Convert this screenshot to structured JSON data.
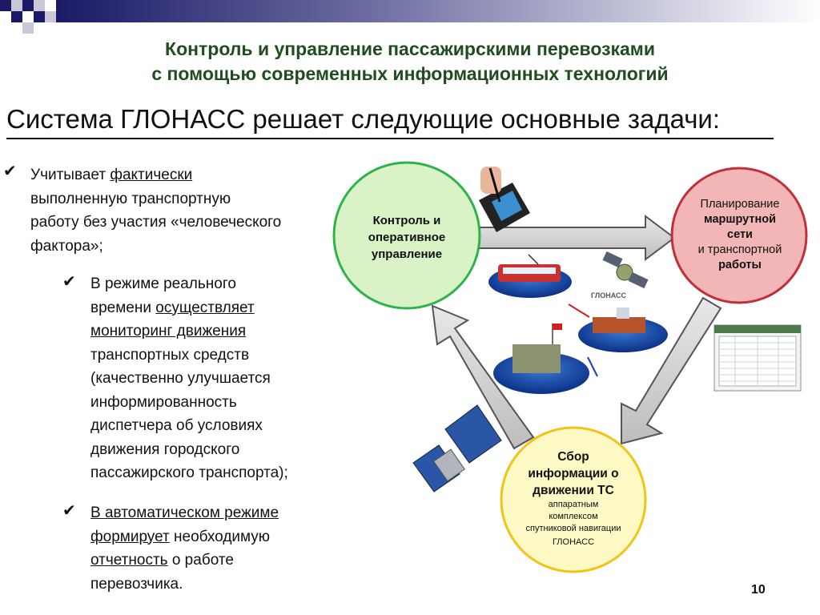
{
  "header": {
    "title_line1": "Контроль и управление пассажирскими перевозками",
    "title_line2": "с помощью современных информационных технологий"
  },
  "subtitle": "Система ГЛОНАСС решает следующие основные задачи:",
  "bullets": {
    "b1": {
      "l1_a": "Учитывает ",
      "l1_u": "фактически",
      "l2": "выполненную транспортную",
      "l3": "работу без участия «человеческого",
      "l4": "фактора»;"
    },
    "b2": {
      "l1": " В режиме реального",
      "l2_a": "времени ",
      "l2_u": "осуществляет",
      "l3_u": "мониторинг движения",
      "l4": "транспортных средств",
      "l5": "(качественно улучшается",
      "l6": "информированность",
      "l7": "диспетчера об условиях",
      "l8": "движения городского",
      "l9": "пассажирского транспорта);"
    },
    "b3": {
      "l1_u": "В автоматическом режиме",
      "l2_u": "формирует",
      "l2_b": " необходимую",
      "l3_u": "отчетность",
      "l3_b": " о работе",
      "l4": "перевозчика."
    }
  },
  "nodes": {
    "control": {
      "l1": "Контроль и",
      "l2": "оперативное",
      "l3": "управление",
      "stroke": "#2db34a"
    },
    "planning": {
      "l1": "Планирование",
      "l2": "маршрутной",
      "l3": "сети",
      "l4": "и транспортной",
      "l5": "работы",
      "stroke": "#c0303a",
      "fill": "#f2b6b6"
    },
    "collect": {
      "l1": "Сбор",
      "l2": "информации о",
      "l3": "движении ТС",
      "s1": "аппаратным",
      "s2": "комплексом",
      "s3": "спутниковой навигации",
      "s4": "ГЛОНАСС",
      "stroke": "#f0c419",
      "fill": "#fdf9c4"
    }
  },
  "illustration": {
    "glonass_label": "ГЛОНАСС"
  },
  "page_number": "10"
}
